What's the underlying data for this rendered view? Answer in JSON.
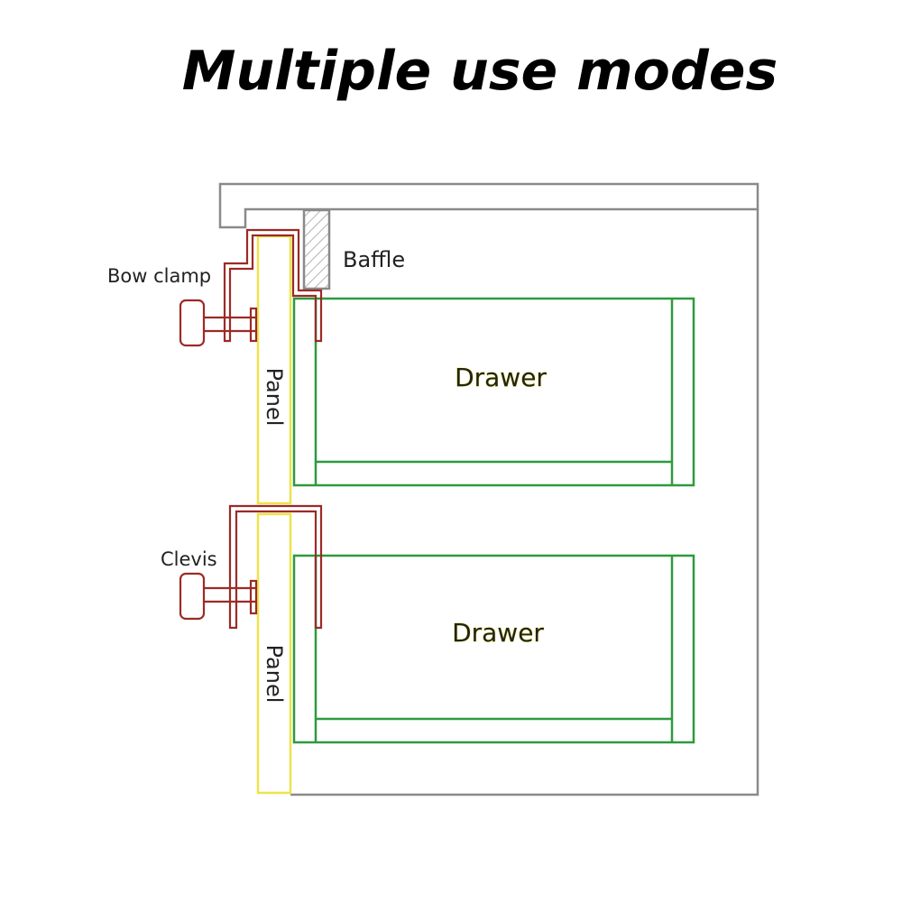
{
  "title": "Multiple use modes",
  "labels": {
    "baffle": "Baffle",
    "bow_clamp": "Bow clamp",
    "clevis": "Clevis",
    "drawer_top": "Drawer",
    "drawer_bottom": "Drawer",
    "panel_top": "Panel",
    "panel_bottom": "Panel"
  },
  "colors": {
    "cabinet": "#8a8a8a",
    "drawer": "#2e9a3e",
    "panel": "#ece44a",
    "clamp": "#9c2a26"
  }
}
